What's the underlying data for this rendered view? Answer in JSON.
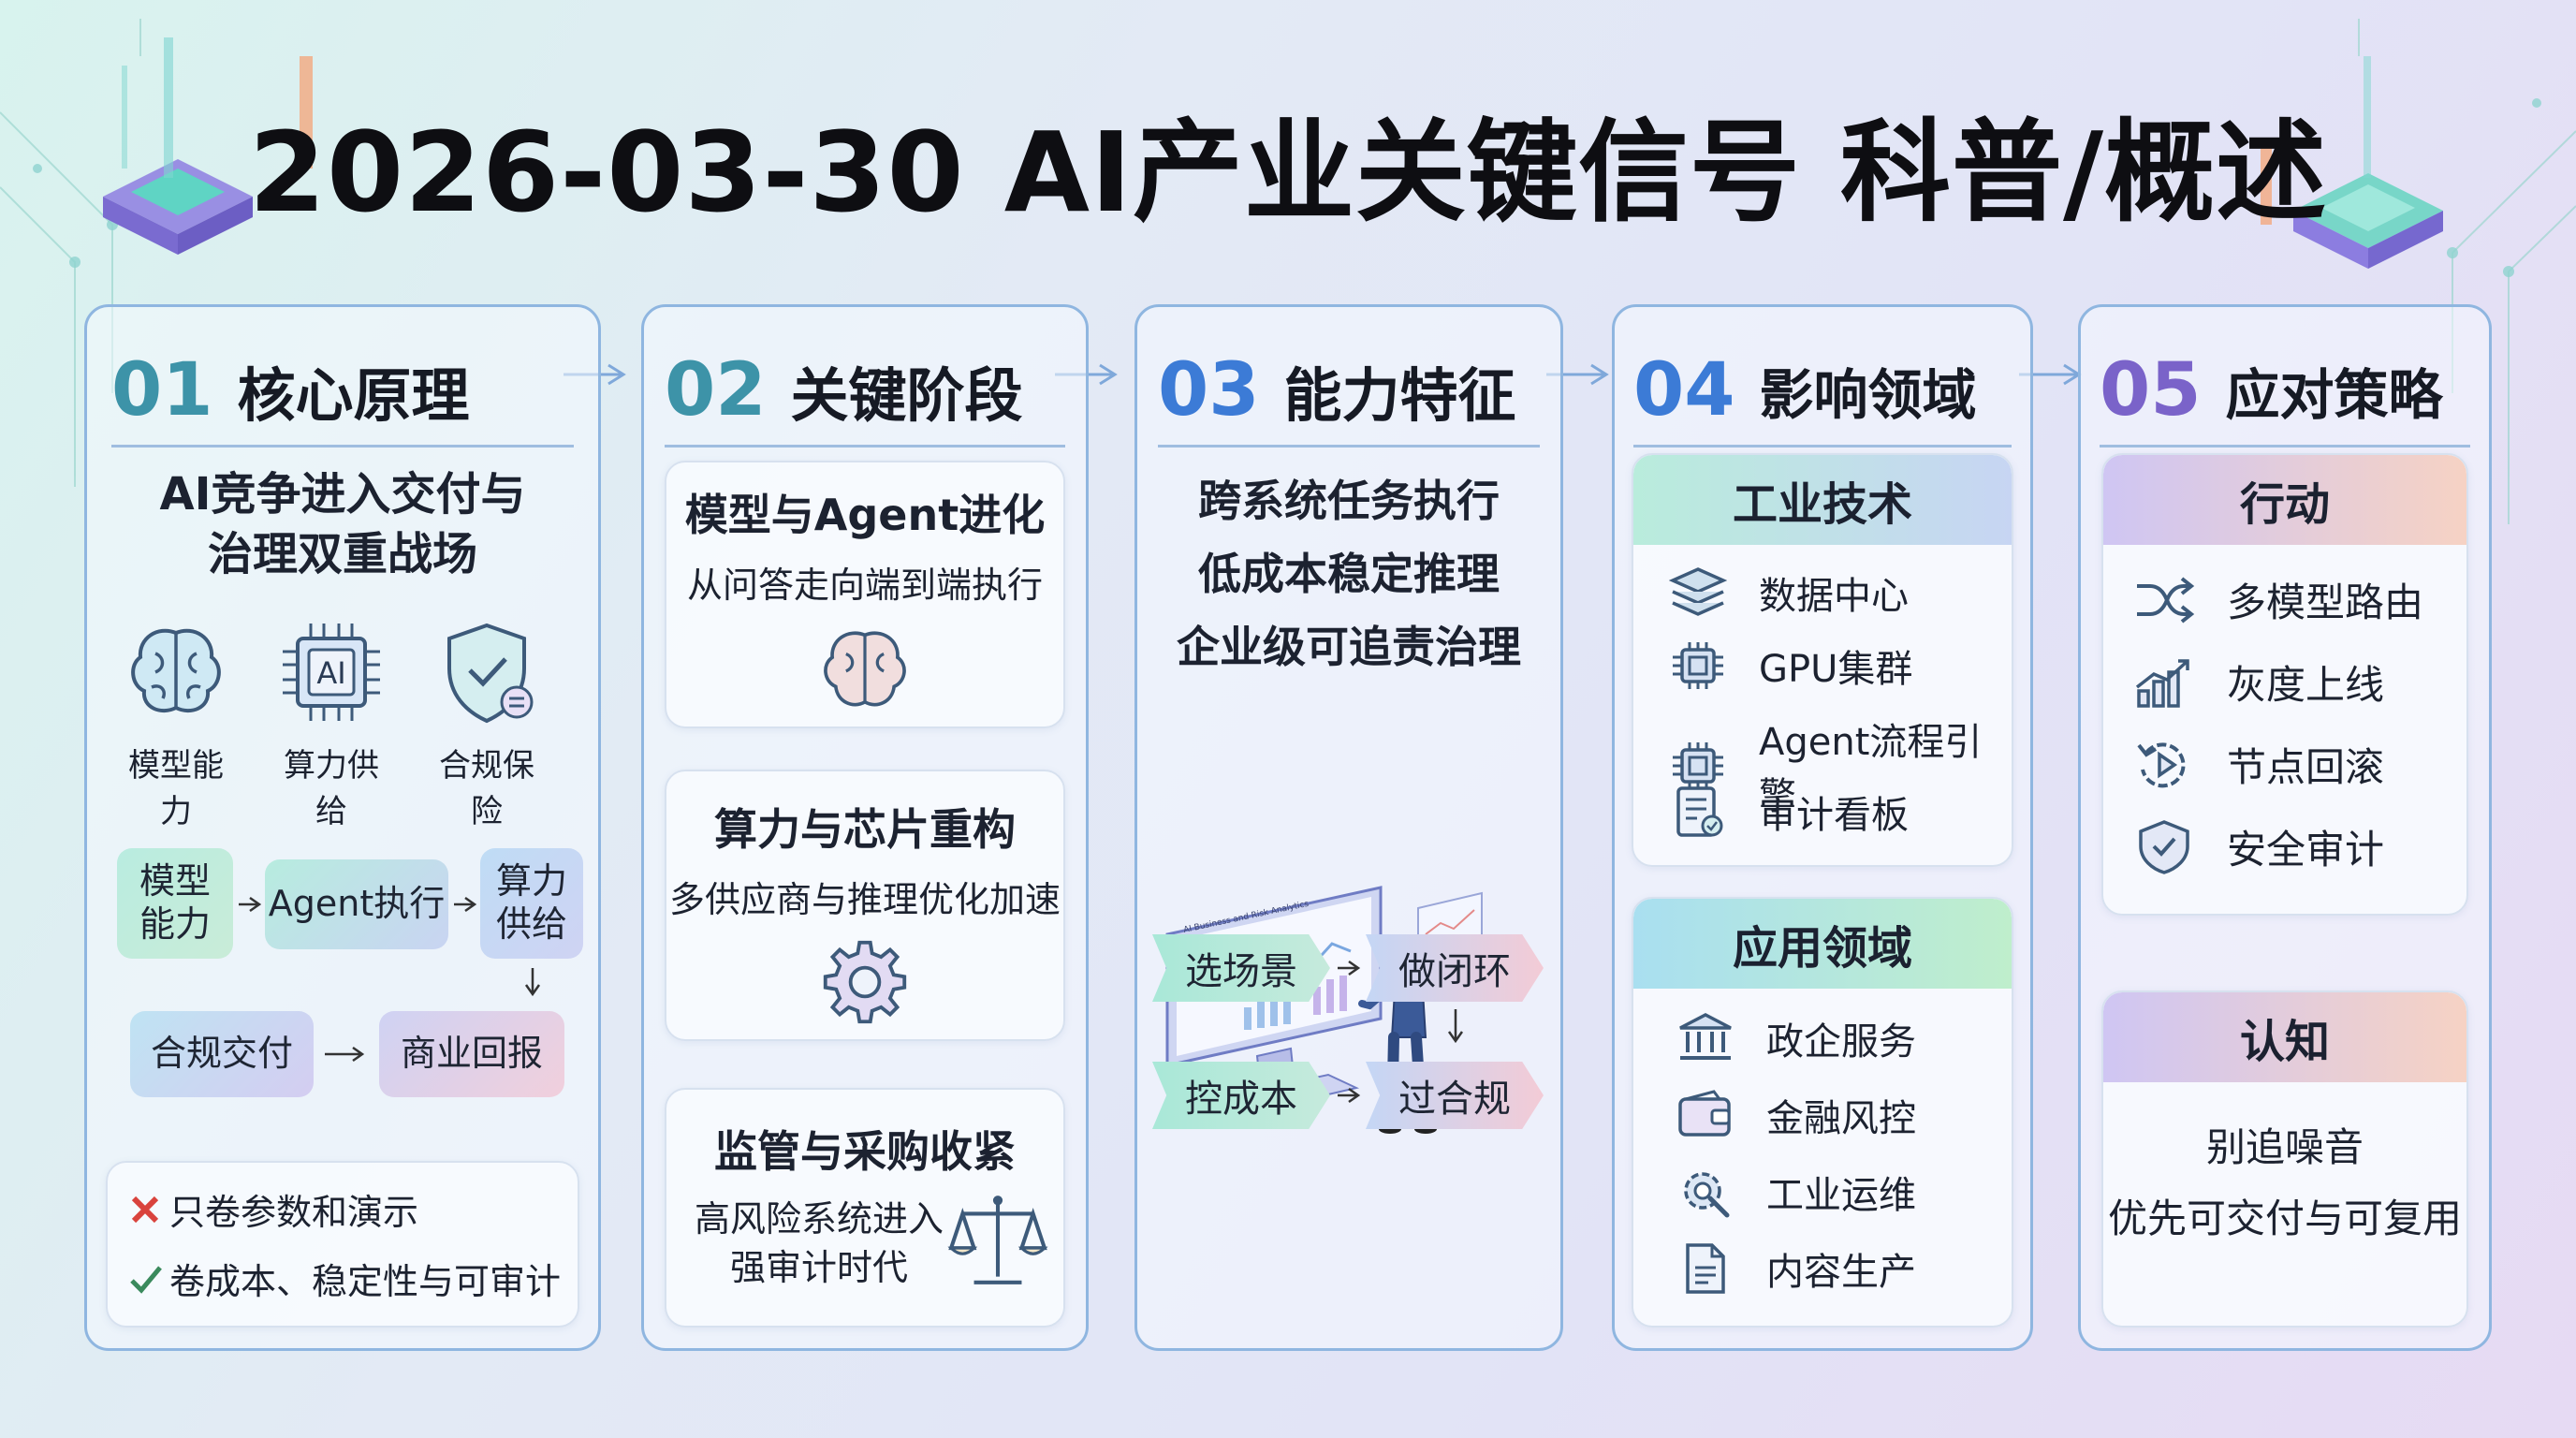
{
  "title": "2026-03-30 AI产业关键信号 科普/概述",
  "columns": [
    {
      "num": "01",
      "title": "核心原理",
      "headline": [
        "AI竞争进入交付与",
        "治理双重战场"
      ],
      "icons": [
        {
          "icon": "brain-icon",
          "label": "模型能力"
        },
        {
          "icon": "ai-chip-icon",
          "label": "算力供给"
        },
        {
          "icon": "shield-check-icon",
          "label": "合规保险"
        }
      ],
      "flow": [
        "模型\n能力",
        "Agent执行",
        "算力\n供给",
        "合规交付",
        "商业回报"
      ],
      "notes": [
        {
          "icon": "cross-icon",
          "text": "只卷参数和演示"
        },
        {
          "icon": "check-icon",
          "text": "卷成本、稳定性与可审计"
        }
      ]
    },
    {
      "num": "02",
      "title": "关键阶段",
      "stages": [
        {
          "title": "模型与Agent进化",
          "desc": "从问答走向端到端执行",
          "icon": "brain-icon"
        },
        {
          "title": "算力与芯片重构",
          "desc": "多供应商与推理优化加速",
          "icon": "gear-icon"
        },
        {
          "title": "监管与采购收紧",
          "desc": "高风险系统进入\n强审计时代",
          "icon": "scales-icon"
        }
      ]
    },
    {
      "num": "03",
      "title": "能力特征",
      "features": [
        "跨系统任务执行",
        "低成本稳定推理",
        "企业级可追责治理"
      ],
      "screen_text": "AI Business and Risk Analytics",
      "loop": [
        "选场景",
        "做闭环",
        "控成本",
        "过合规"
      ]
    },
    {
      "num": "04",
      "title": "影响领域",
      "groups": [
        {
          "title": "工业技术",
          "items": [
            {
              "icon": "database-icon",
              "text": "数据中心"
            },
            {
              "icon": "chip-icon",
              "text": "GPU集群"
            },
            {
              "icon": "chip-icon",
              "text": "Agent流程引擎"
            },
            {
              "icon": "audit-board-icon",
              "text": "审计看板"
            }
          ]
        },
        {
          "title": "应用领域",
          "items": [
            {
              "icon": "government-icon",
              "text": "政企服务"
            },
            {
              "icon": "wallet-icon",
              "text": "金融风控"
            },
            {
              "icon": "gear-wrench-icon",
              "text": "工业运维"
            },
            {
              "icon": "document-icon",
              "text": "内容生产"
            }
          ]
        }
      ]
    },
    {
      "num": "05",
      "title": "应对策略",
      "action": {
        "title": "行动",
        "items": [
          {
            "icon": "shuffle-icon",
            "text": "多模型路由"
          },
          {
            "icon": "growth-chart-icon",
            "text": "灰度上线"
          },
          {
            "icon": "replay-icon",
            "text": "节点回滚"
          },
          {
            "icon": "shield-check-icon",
            "text": "安全审计"
          }
        ]
      },
      "cognition": {
        "title": "认知",
        "lines": [
          "别追噪音",
          "优先可交付与可复用"
        ]
      }
    }
  ]
}
